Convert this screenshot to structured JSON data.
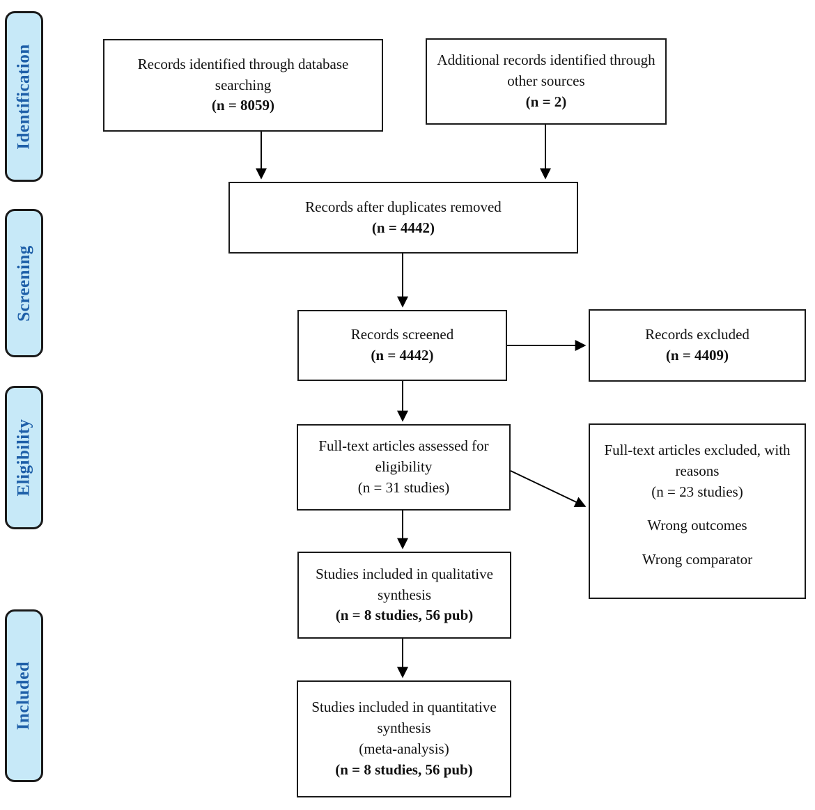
{
  "diagram": {
    "type": "prisma-flow",
    "colors": {
      "stage_fill": "#c7e9f8",
      "stage_border": "#1a1a1a",
      "stage_text": "#1e5fa8",
      "box_border": "#1a1a1a",
      "arrow": "#000000"
    },
    "stages": [
      {
        "label": "Identification"
      },
      {
        "label": "Screening"
      },
      {
        "label": "Eligibility"
      },
      {
        "label": "Included"
      }
    ],
    "boxes": {
      "identified": {
        "text": "Records identified through database searching",
        "n": "(n = 8059)"
      },
      "additional": {
        "text": "Additional records identified through other sources",
        "n": "(n = 2)"
      },
      "duplicates": {
        "text": "Records after duplicates removed",
        "n": "(n = 4442)"
      },
      "screened": {
        "text": "Records screened",
        "n": "(n = 4442)"
      },
      "excluded": {
        "text": "Records excluded",
        "n": "(n = 4409)"
      },
      "fulltext": {
        "text": "Full-text articles assessed for eligibility",
        "n": "(n = 31 studies)"
      },
      "fulltext_excluded": {
        "text": "Full-text articles excluded, with reasons",
        "n": "(n = 23 studies)",
        "reason1": "Wrong outcomes",
        "reason2": "Wrong comparator"
      },
      "qualitative": {
        "text": "Studies included in qualitative synthesis",
        "n": "(n = 8 studies, 56 pub)"
      },
      "quantitative": {
        "text": "Studies included in quantitative synthesis",
        "sub": "(meta-analysis)",
        "n": "(n = 8 studies, 56 pub)"
      }
    }
  }
}
